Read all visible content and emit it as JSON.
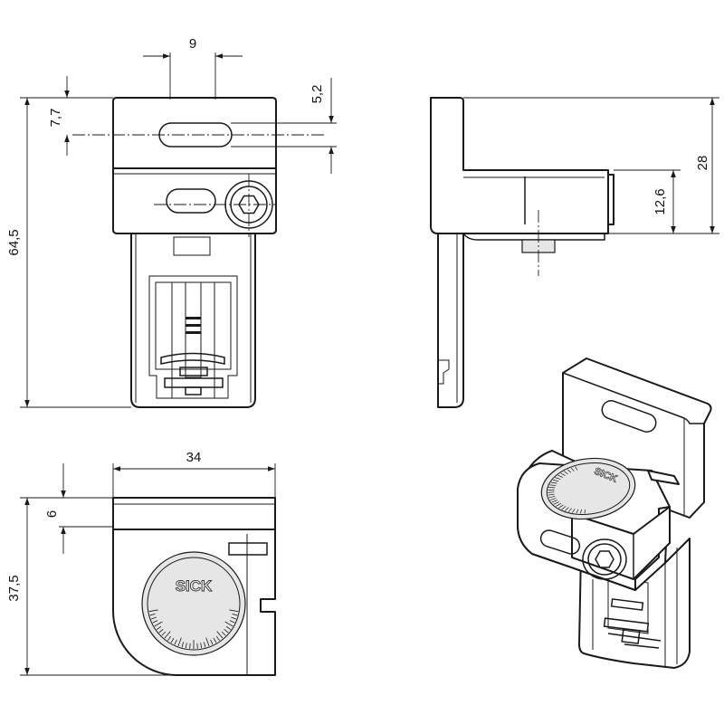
{
  "dimensions": {
    "width_top": "9",
    "slot_offset": "5,2",
    "slot_top": "7,7",
    "overall_height": "64,5",
    "side_height": "28",
    "side_offset": "12,6",
    "overall_width": "34",
    "lip_height": "6",
    "base_height": "37,5"
  },
  "branding": {
    "logo_front": "SICK",
    "logo_iso": "SICK"
  }
}
